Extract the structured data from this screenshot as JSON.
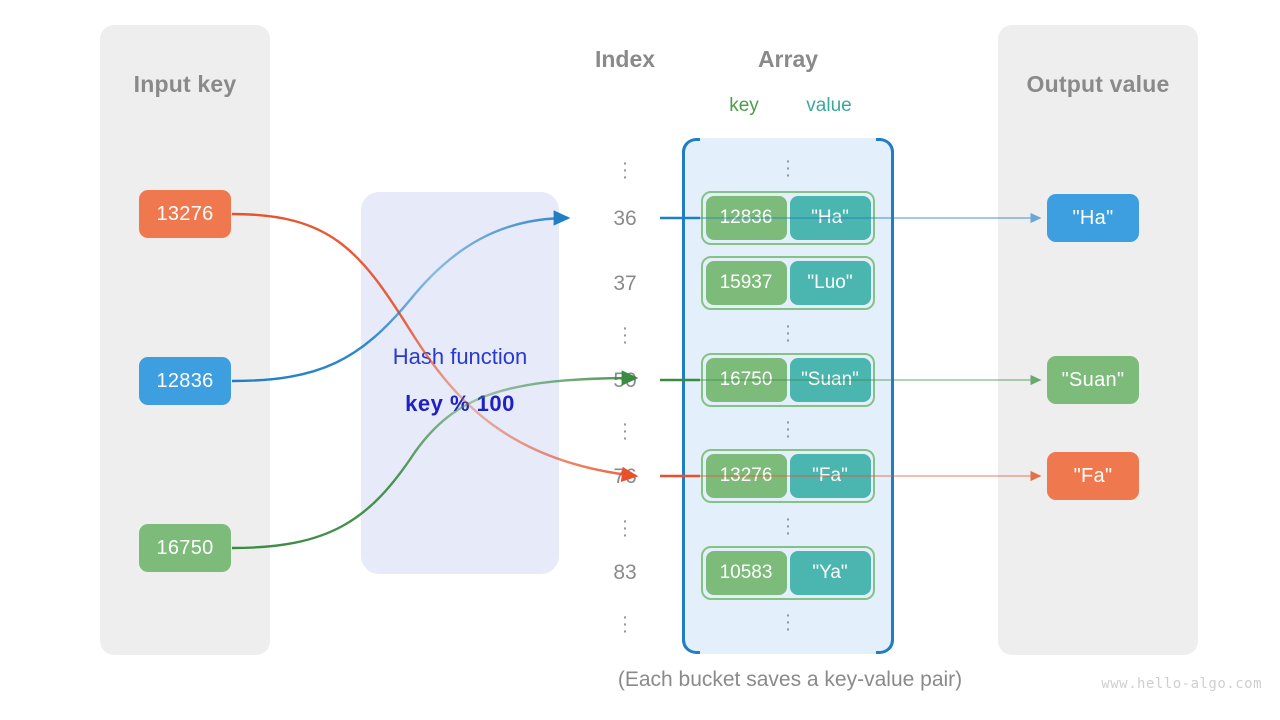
{
  "panels": {
    "input": {
      "title": "Input key"
    },
    "output": {
      "title": "Output value"
    }
  },
  "hash": {
    "label": "Hash function",
    "formula": "key % 100"
  },
  "headers": {
    "index": "Index",
    "array": "Array",
    "key": "key",
    "value": "value"
  },
  "input_keys": [
    {
      "text": "13276",
      "color": "#f0784f"
    },
    {
      "text": "12836",
      "color": "#3d9ee0"
    },
    {
      "text": "16750",
      "color": "#7cbb79"
    }
  ],
  "output_values": [
    {
      "text": "\"Ha\"",
      "color": "#3d9ee0"
    },
    {
      "text": "\"Suan\"",
      "color": "#7cbb79"
    },
    {
      "text": "\"Fa\"",
      "color": "#f0784f"
    }
  ],
  "index_column": [
    "⋮",
    "36",
    "37",
    "⋮",
    "50",
    "⋮",
    "76",
    "⋮",
    "83",
    "⋮"
  ],
  "indices": {
    "i0": "36",
    "i1": "37",
    "i2": "50",
    "i3": "76",
    "i4": "83"
  },
  "buckets": [
    {
      "key": "12836",
      "value": "\"Ha\"",
      "index": "36"
    },
    {
      "key": "15937",
      "value": "\"Luo\"",
      "index": "37"
    },
    {
      "key": "16750",
      "value": "\"Suan\"",
      "index": "50"
    },
    {
      "key": "13276",
      "value": "\"Fa\"",
      "index": "76"
    },
    {
      "key": "10583",
      "value": "\"Ya\"",
      "index": "83"
    }
  ],
  "mappings": [
    {
      "key": "13276",
      "index": "76",
      "value": "\"Fa\"",
      "color": "#e8512a"
    },
    {
      "key": "12836",
      "index": "36",
      "value": "\"Ha\"",
      "color": "#1f7ec4"
    },
    {
      "key": "16750",
      "index": "50",
      "value": "\"Suan\"",
      "color": "#3a8a41"
    }
  ],
  "caption": "(Each bucket saves a key-value pair)",
  "watermark": "www.hello-algo.com",
  "colors": {
    "panel_bg": "#eeeeee",
    "array_bg": "#e3f0fb",
    "array_border": "#1f7ec4",
    "hash_bg": "#e6eaf9",
    "hash_text": "#2a39cf",
    "key_green": "#7cbb79",
    "value_teal": "#4bb5b0",
    "orange": "#f0784f",
    "blue": "#3d9ee0",
    "muted_text": "#8a8a8a"
  }
}
